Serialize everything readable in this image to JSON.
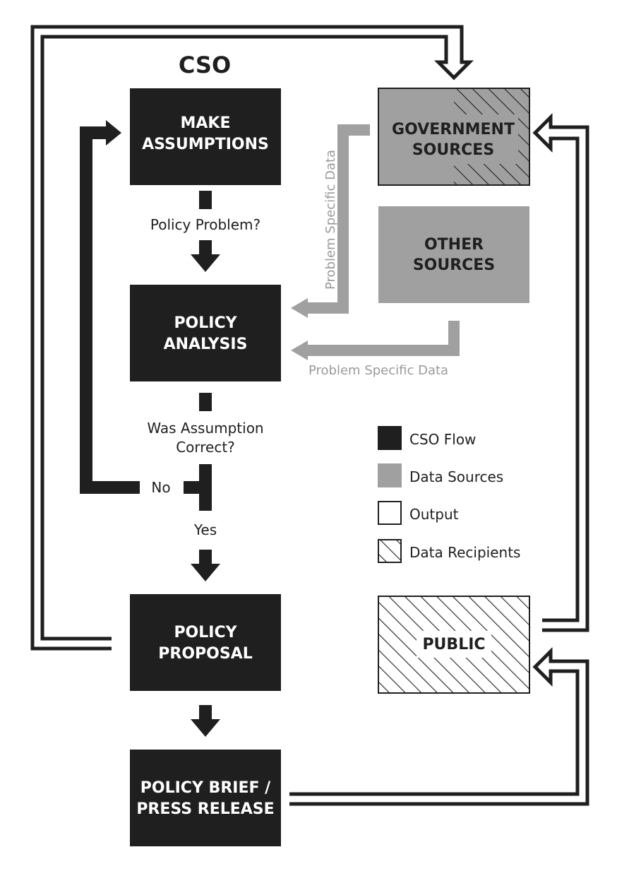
{
  "title": "CSO",
  "colors": {
    "cso_flow": "#1f1f1f",
    "data_sources": "#a0a0a0",
    "output": "#ffffff",
    "outline": "#1f1f1f"
  },
  "boxes": {
    "make_assumptions": [
      "MAKE",
      "ASSUMPTIONS"
    ],
    "policy_analysis": [
      "POLICY",
      "ANALYSIS"
    ],
    "policy_proposal": [
      "POLICY",
      "PROPOSAL"
    ],
    "policy_brief": [
      "POLICY BRIEF /",
      "PRESS RELEASE"
    ],
    "government_sources": [
      "GOVERNMENT",
      "SOURCES"
    ],
    "other_sources": [
      "OTHER",
      "SOURCES"
    ],
    "public": [
      "PUBLIC"
    ]
  },
  "flow_labels": {
    "policy_problem": "Policy Problem?",
    "was_assumption_correct": [
      "Was Assumption",
      "Correct?"
    ],
    "no": "No",
    "yes": "Yes"
  },
  "data_labels": {
    "gov_problem_specific": "Problem Specific Data",
    "other_problem_specific": "Problem Specific Data"
  },
  "legend": [
    {
      "label": "CSO Flow",
      "swatch": "solid-dark"
    },
    {
      "label": "Data Sources",
      "swatch": "solid-gray"
    },
    {
      "label": "Output",
      "swatch": "outline"
    },
    {
      "label": "Data Recipients",
      "swatch": "hatched"
    }
  ]
}
